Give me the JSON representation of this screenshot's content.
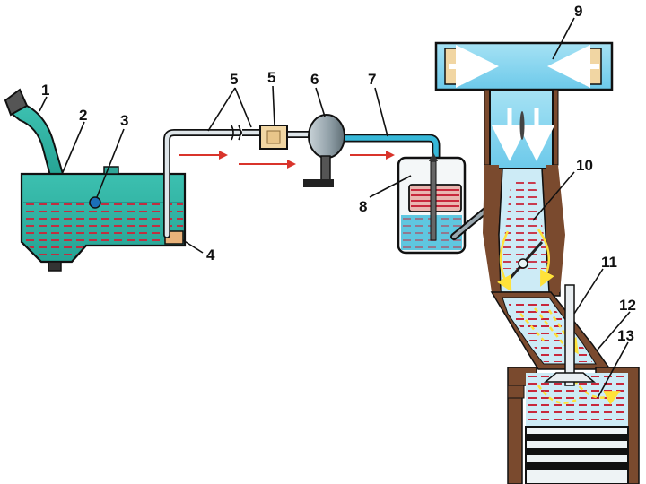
{
  "colors": {
    "fluid": "#2fb5a6",
    "fluid_dark": "#1f8f86",
    "fuel_dash": "#c8283c",
    "air": "#8fd8f0",
    "wall": "#7a4a2e",
    "arrow": "#d9342b",
    "pump": "#9aa8b0",
    "filter": "#e8c58a"
  },
  "callouts": [
    {
      "id": "1",
      "label": "1"
    },
    {
      "id": "2",
      "label": "2"
    },
    {
      "id": "3",
      "label": "3"
    },
    {
      "id": "4",
      "label": "4"
    },
    {
      "id": "5a",
      "label": "5"
    },
    {
      "id": "5b",
      "label": "5"
    },
    {
      "id": "6",
      "label": "6"
    },
    {
      "id": "7",
      "label": "7"
    },
    {
      "id": "8",
      "label": "8"
    },
    {
      "id": "9",
      "label": "9"
    },
    {
      "id": "10",
      "label": "10"
    },
    {
      "id": "11",
      "label": "11"
    },
    {
      "id": "12",
      "label": "12"
    },
    {
      "id": "13",
      "label": "13"
    }
  ],
  "icons": {
    "tank": "fuel-tank",
    "filler": "filler-neck",
    "pump": "fuel-pump",
    "filter": "fuel-filter",
    "carburetor": "float-chamber",
    "air_filter": "air-filter",
    "throttle": "throttle-valve",
    "piston": "piston",
    "valve": "intake-valve"
  }
}
